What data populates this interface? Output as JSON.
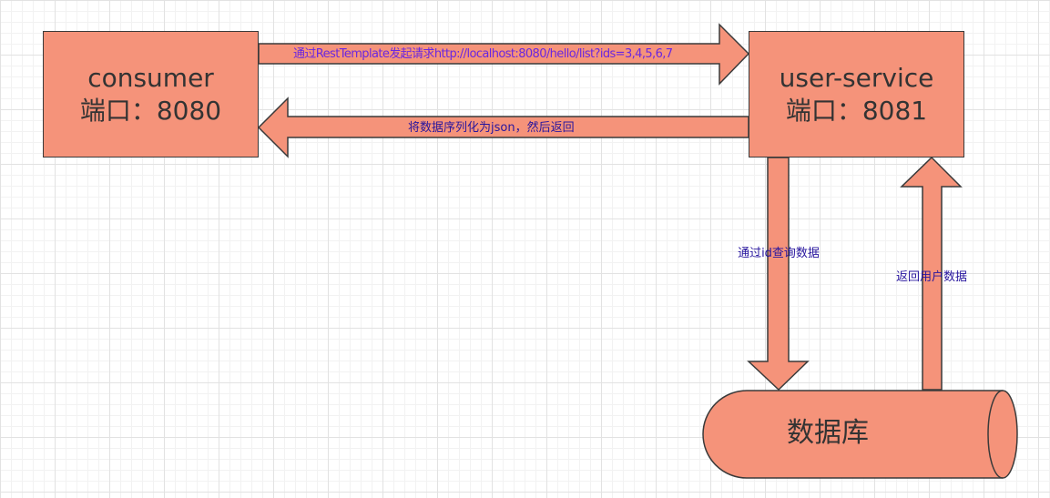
{
  "colors": {
    "node_fill": "#f5937a",
    "stroke": "#3a3a3a",
    "text": "#333333",
    "request_label": "#6a27e0",
    "response_label": "#27159e"
  },
  "consumer": {
    "name": "consumer",
    "port": "端口：8080"
  },
  "service": {
    "name": "user-service",
    "port": "端口：8081"
  },
  "database": {
    "label": "数据库"
  },
  "edges": {
    "request_label": "通过RestTemplate发起请求http://localhost:8080/hello/list?ids=3,4,5,6,7",
    "response_label": "将数据序列化为json，然后返回",
    "query_label": "通过id查询数据",
    "return_label": "返回用户数据"
  }
}
